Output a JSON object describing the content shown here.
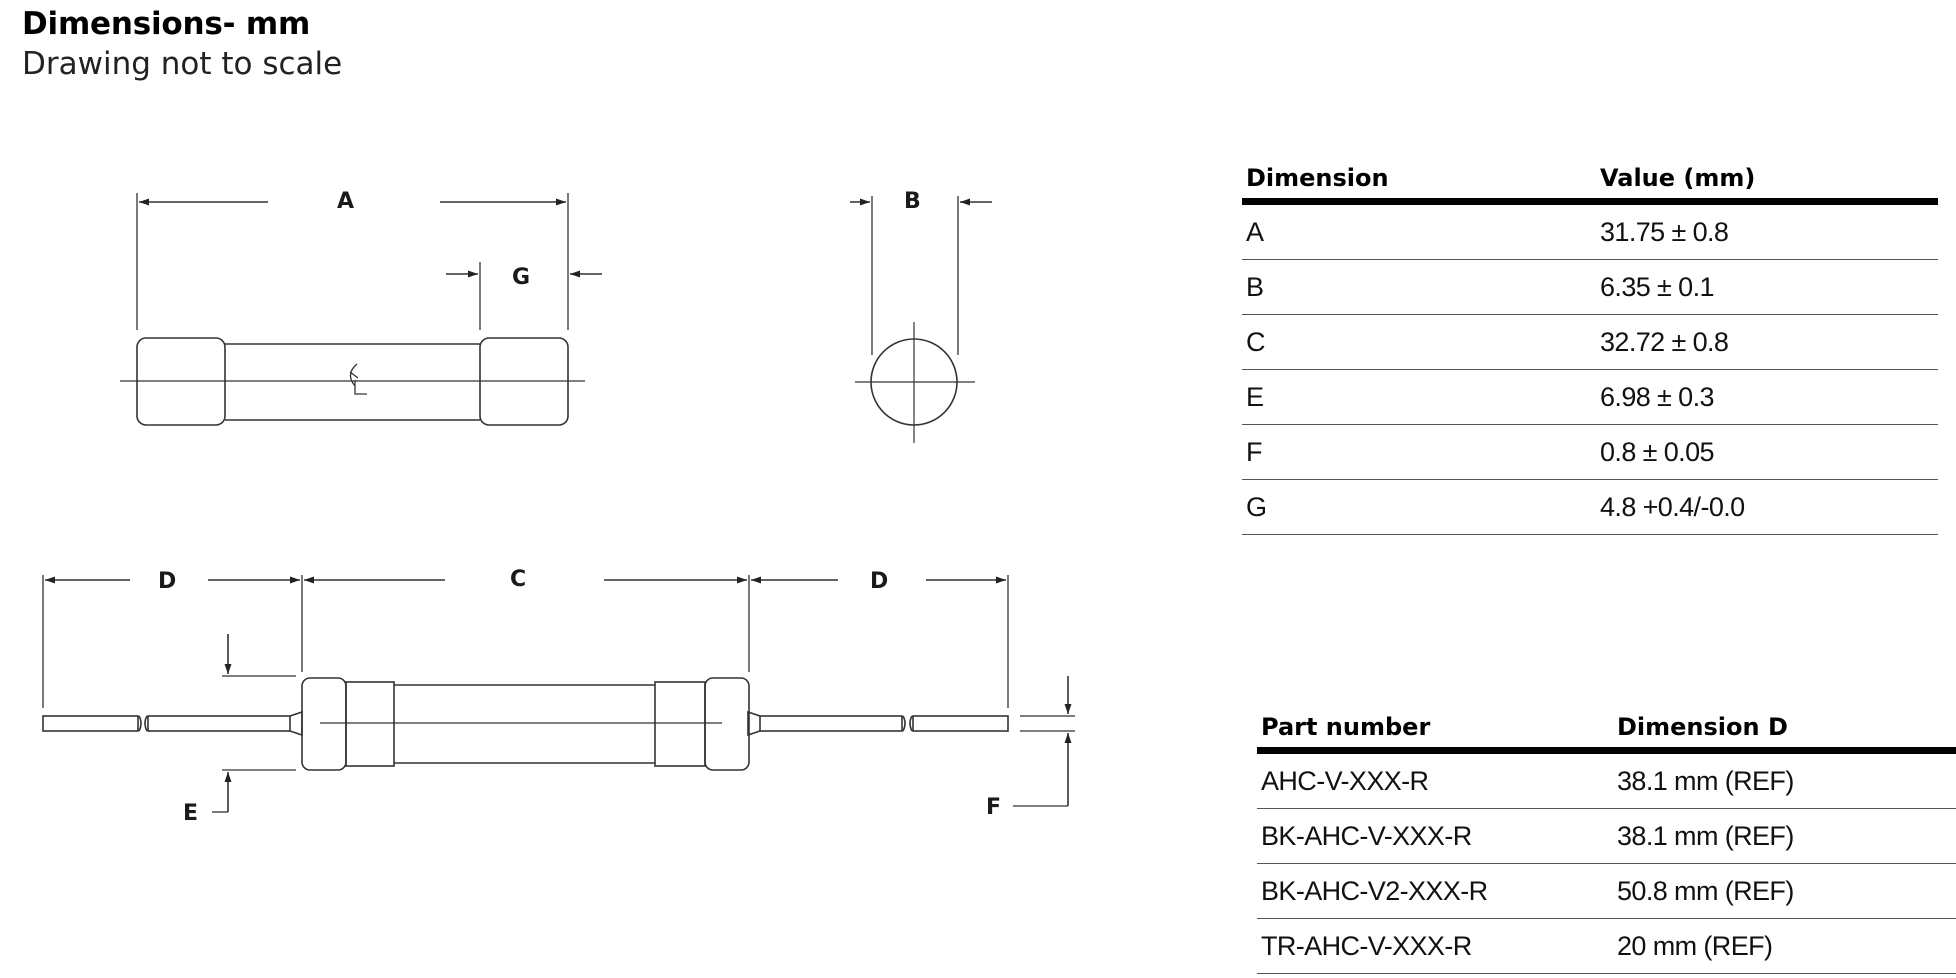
{
  "header": {
    "title": "Dimensions- mm",
    "subtitle": "Drawing not to scale"
  },
  "drawing": {
    "labels": {
      "a": "A",
      "b": "B",
      "c": "C",
      "d_left": "D",
      "d_right": "D",
      "e": "E",
      "f": "F",
      "g": "G"
    }
  },
  "dimension_table": {
    "headers": [
      "Dimension",
      "Value (mm)"
    ],
    "rows": [
      [
        "A",
        "31.75 ± 0.8"
      ],
      [
        "B",
        "6.35 ± 0.1"
      ],
      [
        "C",
        "32.72 ± 0.8"
      ],
      [
        "E",
        "6.98 ± 0.3"
      ],
      [
        "F",
        "0.8 ± 0.05"
      ],
      [
        "G",
        "4.8 +0.4/-0.0"
      ]
    ]
  },
  "part_table": {
    "headers": [
      "Part number",
      "Dimension D"
    ],
    "rows": [
      [
        "AHC-V-XXX-R",
        "38.1 mm (REF)"
      ],
      [
        "BK-AHC-V-XXX-R",
        "38.1 mm (REF)"
      ],
      [
        "BK-AHC-V2-XXX-R",
        "50.8 mm (REF)"
      ],
      [
        "TR-AHC-V-XXX-R",
        "20 mm (REF)"
      ]
    ]
  }
}
